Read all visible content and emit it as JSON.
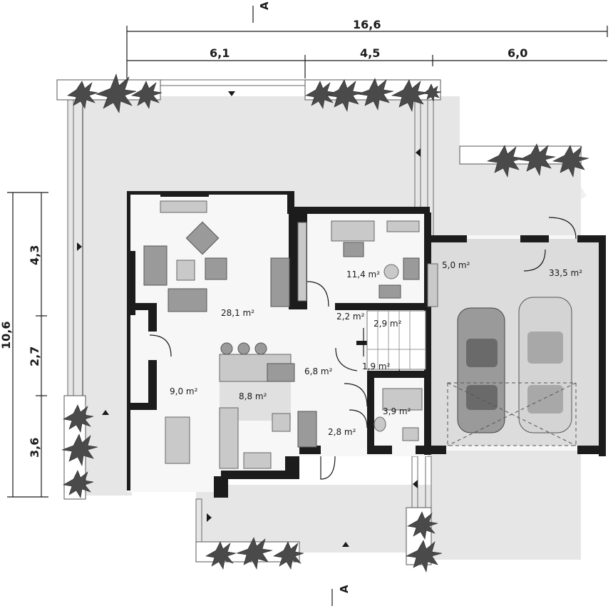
{
  "section_markers": {
    "top": "A",
    "bottom": "A"
  },
  "dimensions": {
    "total_width": "16,6",
    "segments": [
      "6,1",
      "4,5",
      "6,0"
    ],
    "total_depth": "10,6",
    "depth_segments": [
      "4,3",
      "2,7",
      "3,6"
    ]
  },
  "rooms": [
    {
      "id": "living",
      "area": "28,1 m²"
    },
    {
      "id": "office",
      "area": "11,4 m²"
    },
    {
      "id": "boiler",
      "area": "5,0 m²"
    },
    {
      "id": "garage",
      "area": "33,5 m²"
    },
    {
      "id": "closet",
      "area": "2,2 m²"
    },
    {
      "id": "stairs",
      "area": "2,9 m²"
    },
    {
      "id": "hall",
      "area": "6,8 m²"
    },
    {
      "id": "pantry",
      "area": "1,9 m²"
    },
    {
      "id": "dining",
      "area": "9,0 m²"
    },
    {
      "id": "kitchen",
      "area": "8,8 m²"
    },
    {
      "id": "bathroom",
      "area": "3,9 m²"
    },
    {
      "id": "vestibule",
      "area": "2,8 m²"
    }
  ],
  "colors": {
    "wall": "#1c1c1c",
    "terrace": "#e6e6e6",
    "interior": "#f4f4f4",
    "garage_floor": "#dcdcdc"
  }
}
